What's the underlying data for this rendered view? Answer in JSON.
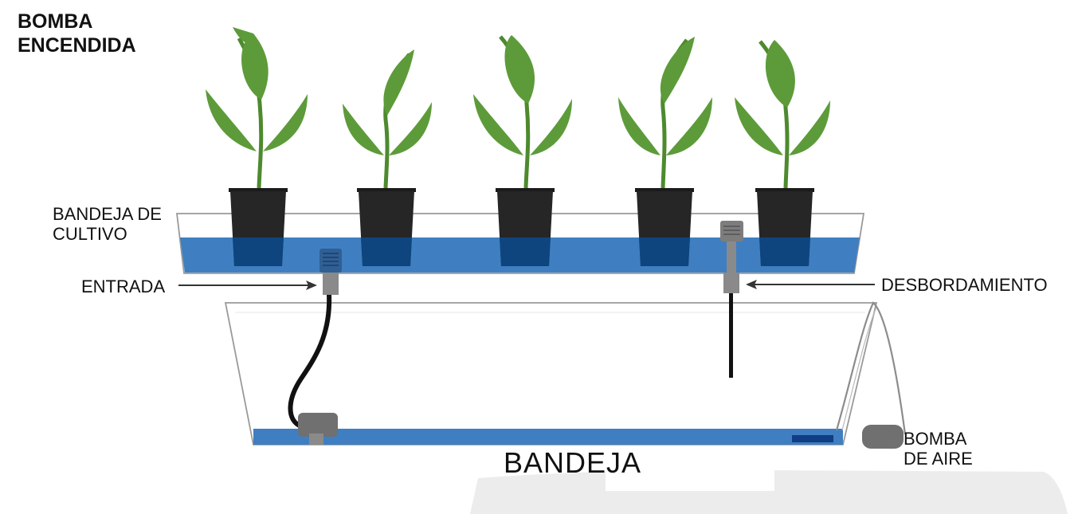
{
  "labels": {
    "pump_state": [
      "BOMBA",
      "ENCENDIDA"
    ],
    "grow_tray": [
      "BANDEJA DE",
      "CULTIVO"
    ],
    "inlet": "ENTRADA",
    "overflow": "DESBORDAMIENTO",
    "air_pump": [
      "BOMBA",
      "DE AIRE"
    ],
    "reservoir": "BANDEJA"
  },
  "plants": {
    "count": 5
  },
  "colors": {
    "water": "#3f7fc1",
    "water_dark": "#0b4a8c",
    "pot": "#262626",
    "leaf": "#5d9b3a",
    "stem": "#4d8a2e",
    "tray_outline": "#9a9a9a",
    "hose": "#111111",
    "pump_gray": "#7b7b7b",
    "air_stone": "#103d83"
  }
}
